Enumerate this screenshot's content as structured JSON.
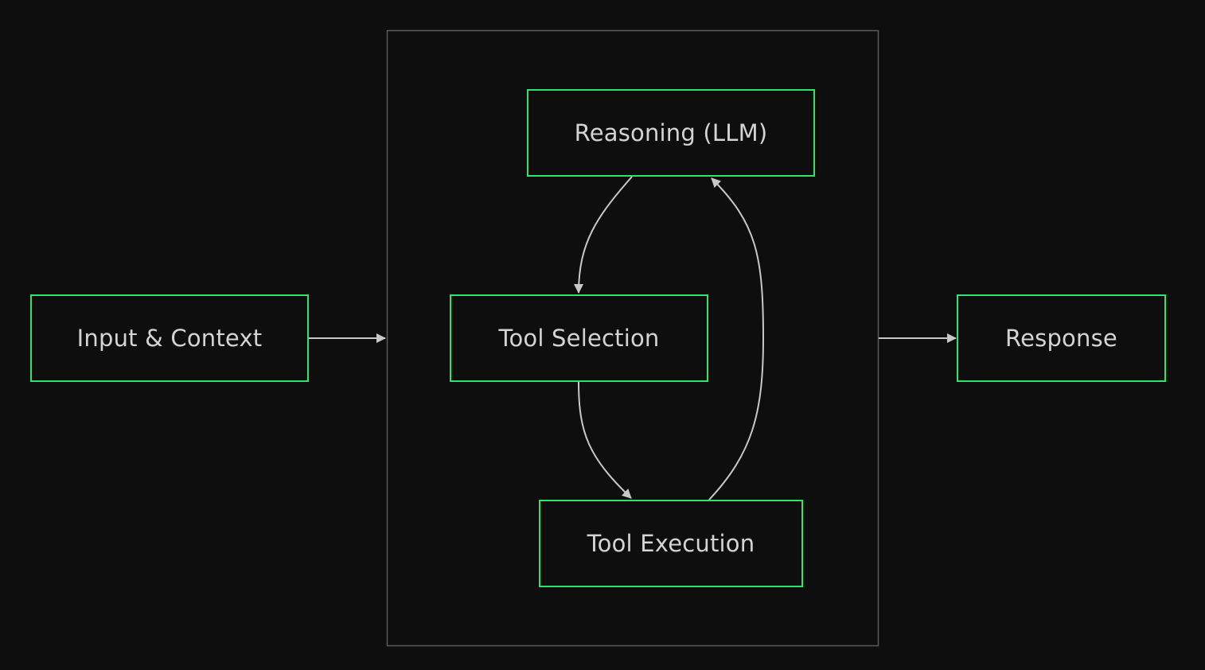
{
  "colors": {
    "background": "#0e0e0e",
    "node_border": "#2fe36b",
    "group_border": "#5a5a5a",
    "edge": "#c8c8c8",
    "text": "#d4d4d4"
  },
  "nodes": {
    "input": "Input & Context",
    "reasoning": "Reasoning (LLM)",
    "tool_selection": "Tool Selection",
    "tool_execution": "Tool Execution",
    "response": "Response"
  },
  "edges": [
    {
      "from": "input",
      "to": "agent-loop"
    },
    {
      "from": "reasoning",
      "to": "tool_selection"
    },
    {
      "from": "tool_selection",
      "to": "tool_execution"
    },
    {
      "from": "tool_execution",
      "to": "reasoning"
    },
    {
      "from": "agent-loop",
      "to": "response"
    }
  ]
}
